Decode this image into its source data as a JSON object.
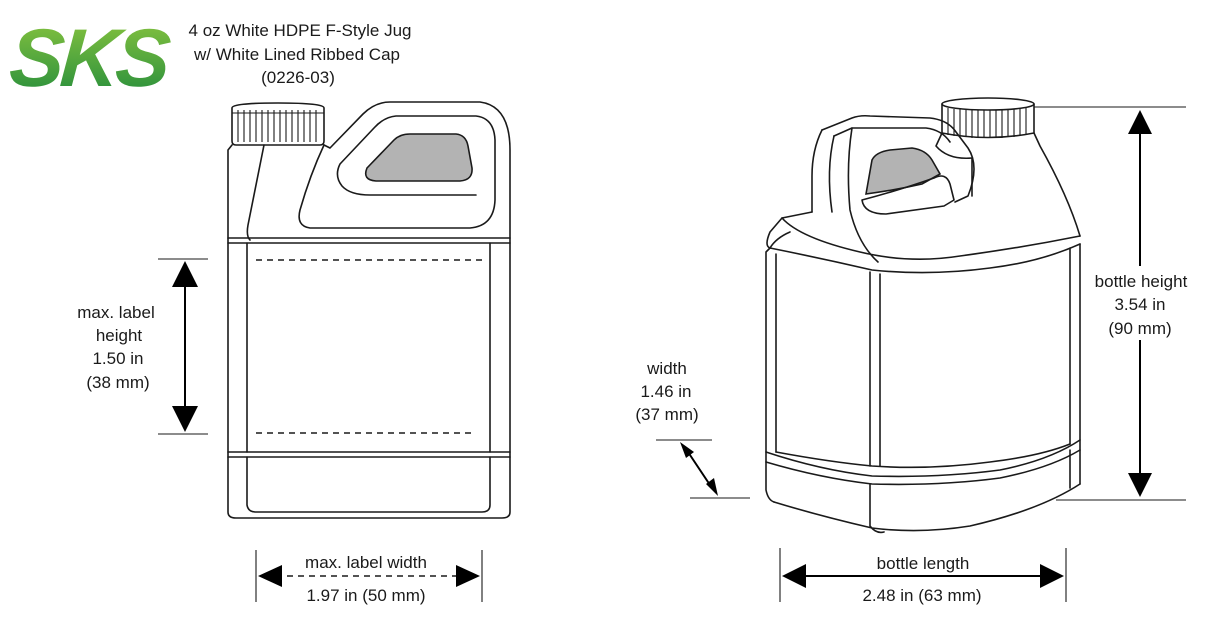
{
  "brand": {
    "logo_text": "SKS",
    "colors": {
      "logo_light": "#7bc043",
      "logo_dark": "#1f8a3c"
    }
  },
  "product": {
    "title_line1": "4 oz White HDPE F-Style Jug",
    "title_line2": "w/ White Lined Ribbed Cap",
    "part_number": "(0226-03)"
  },
  "front_view": {
    "label_height": {
      "line1": "max. label",
      "line2": "height",
      "inches": "1.50 in",
      "mm": "(38 mm)"
    },
    "label_width": {
      "label": "max. label width",
      "value": "1.97 in (50 mm)"
    }
  },
  "side_view": {
    "bottle_height": {
      "label": "bottle height",
      "inches": "3.54 in",
      "mm": "(90 mm)"
    },
    "width": {
      "label": "width",
      "inches": "1.46 in",
      "mm": "(37 mm)"
    },
    "bottle_length": {
      "label": "bottle length",
      "value": "2.48 in (63 mm)"
    }
  },
  "colors": {
    "handle_window": "#b3b3b3",
    "line": "#1a1a1a"
  }
}
